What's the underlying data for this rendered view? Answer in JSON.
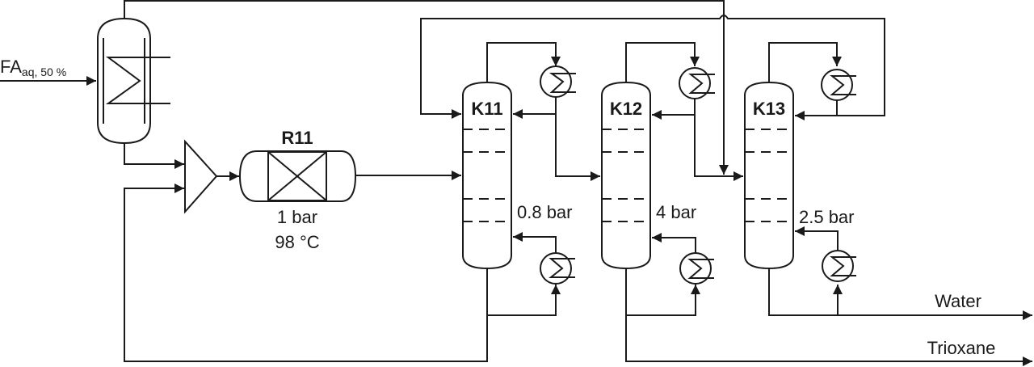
{
  "diagram": {
    "type": "process-flow-diagram",
    "feed": {
      "label_main": "FA",
      "label_sub": "aq, 50 %"
    },
    "equipment": {
      "preheater": {
        "id": "preheater",
        "kind": "heat-exchanger-vessel"
      },
      "mixer": {
        "id": "mixer",
        "kind": "mixer"
      },
      "reactor": {
        "id": "R11",
        "label": "R11",
        "pressure": "1 bar",
        "temperature": "98 °C"
      },
      "columns": [
        {
          "id": "K11",
          "label": "K11",
          "pressure": "0.8 bar"
        },
        {
          "id": "K12",
          "label": "K12",
          "pressure": "4 bar"
        },
        {
          "id": "K13",
          "label": "K13",
          "pressure": "2.5 bar"
        }
      ]
    },
    "products": {
      "water": "Water",
      "trioxane": "Trioxane"
    },
    "connections": [
      {
        "from": "FA feed",
        "to": "preheater"
      },
      {
        "from": "preheater",
        "to": "mixer"
      },
      {
        "from": "K11 bottoms",
        "to": "mixer",
        "note": "recycle"
      },
      {
        "from": "mixer",
        "to": "R11"
      },
      {
        "from": "R11",
        "to": "K11"
      },
      {
        "from": "K11 condenser",
        "to": "K11",
        "note": "reflux"
      },
      {
        "from": "K11 condenser",
        "to": "K12"
      },
      {
        "from": "K12 condenser",
        "to": "K12",
        "note": "reflux"
      },
      {
        "from": "K12 condenser",
        "to": "K13"
      },
      {
        "from": "preheater top",
        "to": "K13",
        "note": "vapor"
      },
      {
        "from": "K13 condenser",
        "to": "K13",
        "note": "reflux"
      },
      {
        "from": "K13 condenser",
        "to": "K11",
        "note": "recycle"
      },
      {
        "from": "K11 reboiler",
        "to": "K11"
      },
      {
        "from": "K12 reboiler",
        "to": "K12"
      },
      {
        "from": "K13 reboiler",
        "to": "K13"
      },
      {
        "from": "K13 bottoms",
        "to": "Water"
      },
      {
        "from": "K12 bottoms",
        "to": "Trioxane"
      }
    ]
  }
}
